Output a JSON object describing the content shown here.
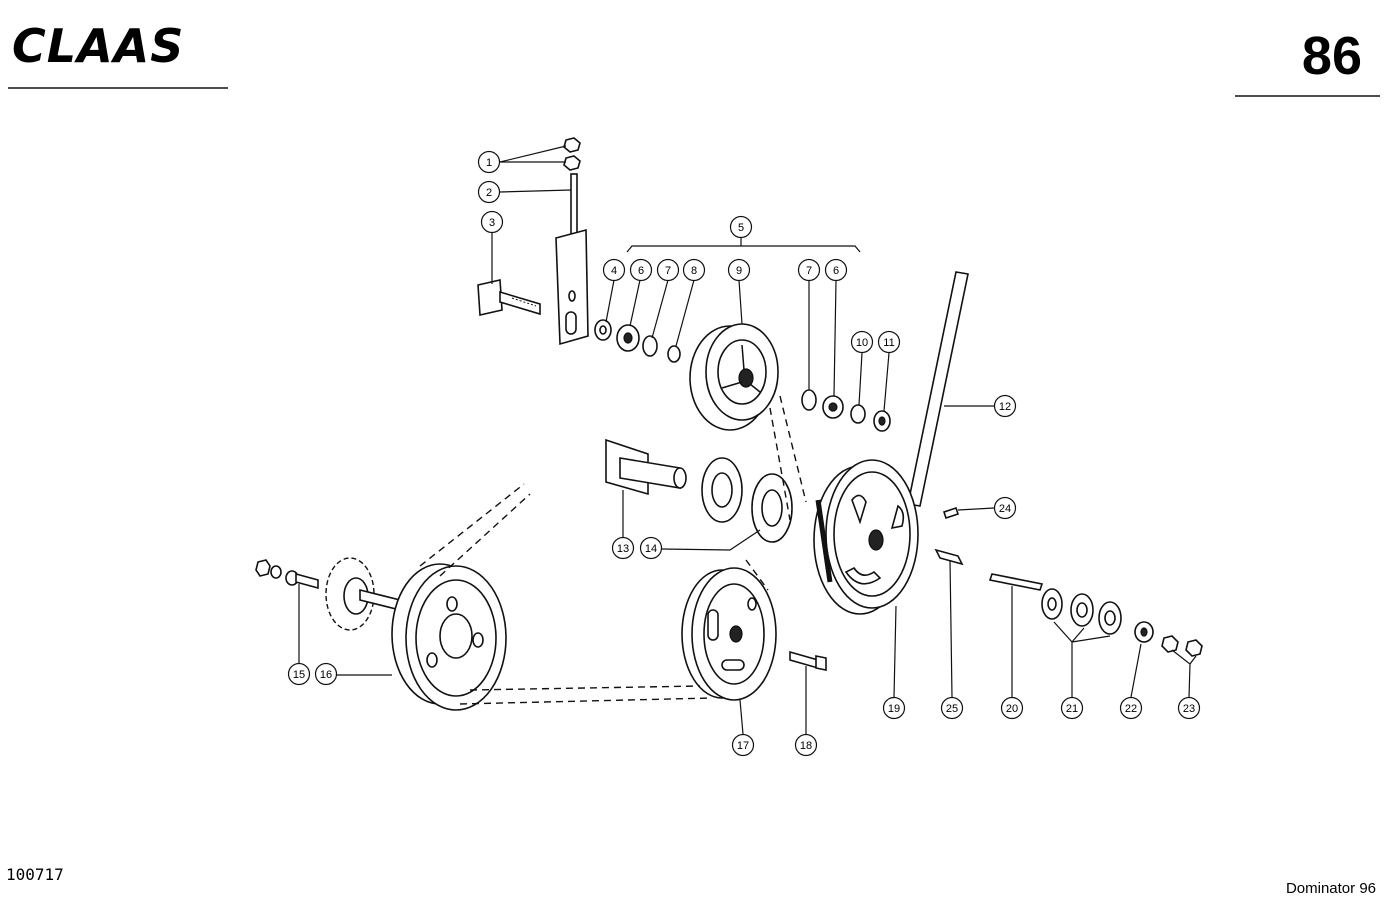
{
  "header": {
    "brand": "CLAAS",
    "page_number": "86"
  },
  "footer": {
    "document_number": "100717",
    "model": "Dominator 96"
  },
  "callouts": [
    {
      "id": "c1",
      "label": "1"
    },
    {
      "id": "c2",
      "label": "2"
    },
    {
      "id": "c3",
      "label": "3"
    },
    {
      "id": "c4",
      "label": "4"
    },
    {
      "id": "c5",
      "label": "5"
    },
    {
      "id": "c6a",
      "label": "6"
    },
    {
      "id": "c7a",
      "label": "7"
    },
    {
      "id": "c8a",
      "label": "8"
    },
    {
      "id": "c9",
      "label": "9"
    },
    {
      "id": "c7b",
      "label": "7"
    },
    {
      "id": "c6b",
      "label": "6"
    },
    {
      "id": "c10",
      "label": "10"
    },
    {
      "id": "c11",
      "label": "11"
    },
    {
      "id": "c12",
      "label": "12"
    },
    {
      "id": "c13",
      "label": "13"
    },
    {
      "id": "c14",
      "label": "14"
    },
    {
      "id": "c24",
      "label": "24"
    },
    {
      "id": "c15",
      "label": "15"
    },
    {
      "id": "c16",
      "label": "16"
    },
    {
      "id": "c17",
      "label": "17"
    },
    {
      "id": "c18",
      "label": "18"
    },
    {
      "id": "c19",
      "label": "19"
    },
    {
      "id": "c25",
      "label": "25"
    },
    {
      "id": "c20",
      "label": "20"
    },
    {
      "id": "c21",
      "label": "21"
    },
    {
      "id": "c22",
      "label": "22"
    },
    {
      "id": "c23",
      "label": "23"
    }
  ]
}
